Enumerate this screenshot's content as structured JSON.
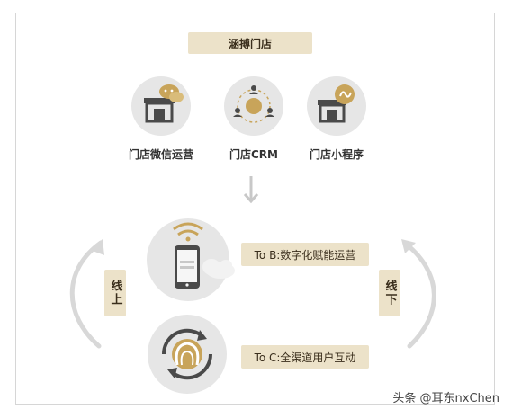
{
  "diagram": {
    "top_tag": "涵搏门店",
    "stores": [
      {
        "label": "门店微信运营",
        "icon": "wechat-store-icon"
      },
      {
        "label": "门店CRM",
        "icon": "crm-people-icon"
      },
      {
        "label": "门店小程序",
        "icon": "mini-program-store-icon"
      }
    ],
    "tob_label": "To B:数字化赋能运营",
    "toc_label": "To C:全渠道用户互动",
    "left_side": "线上",
    "right_side": "线下"
  },
  "watermark": "头条 @耳东nxChen",
  "colors": {
    "accent": "#ece2c9",
    "gold": "#c8a45a",
    "icon_dark": "#4a4a4a",
    "circle_bg": "#e6e6e6",
    "arc_gray": "#d8d8d8"
  }
}
